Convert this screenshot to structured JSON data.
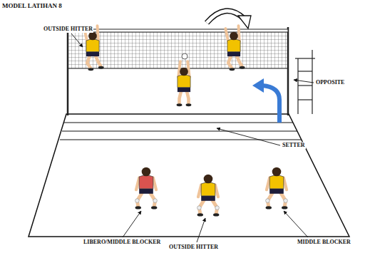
{
  "diagram": {
    "title": "MODEL LATIHAN 8",
    "labels": [
      "OUTSIDE HITTER",
      "OPPOSITE",
      "SETTER",
      "LIBERO/MIDDLE BLOCKER",
      "OUTSIDE HITTER",
      "MIDDLE BLOCKER"
    ]
  }
}
